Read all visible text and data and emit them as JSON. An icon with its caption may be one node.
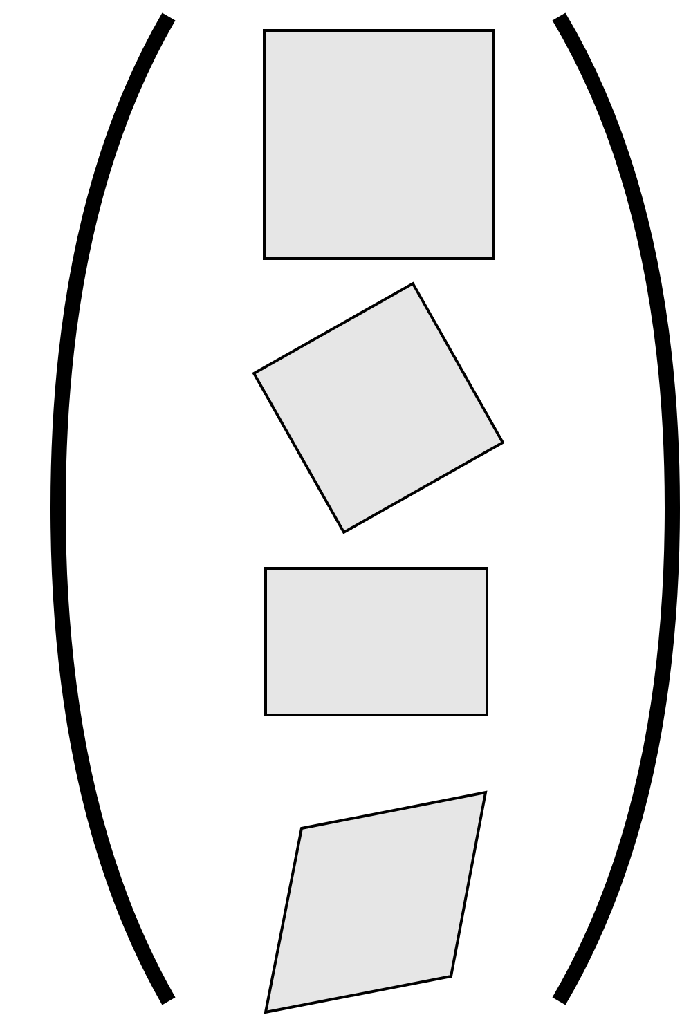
{
  "diagram": {
    "nodes": [
      {
        "text": [],
        "shape": "box"
      },
      {
        "text": [],
        "shape": "box"
      },
      {
        "text": [],
        "shape": "box"
      },
      {
        "text": [],
        "shape": "parallelogram"
      }
    ]
  }
}
